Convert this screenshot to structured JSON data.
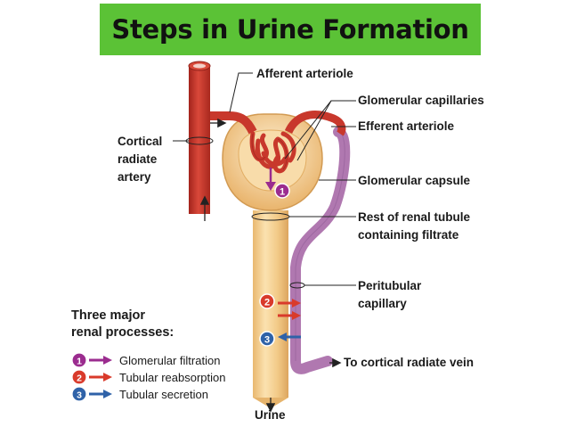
{
  "title": "Steps in Urine Formation",
  "labels": {
    "afferent_arteriole": "Afferent arteriole",
    "glomerular_capillaries": "Glomerular capillaries",
    "efferent_arteriole": "Efferent arteriole",
    "cortical_radiate_artery": [
      "Cortical",
      "radiate",
      "artery"
    ],
    "glomerular_capsule": "Glomerular capsule",
    "rest_of_renal_tubule": [
      "Rest of renal tubule",
      "containing filtrate"
    ],
    "peritubular_capillary": [
      "Peritubular",
      "capillary"
    ],
    "to_cortical_radiate_vein": "To cortical radiate vein",
    "urine": "Urine"
  },
  "legend": {
    "title": [
      "Three major",
      "renal processes:"
    ],
    "items": [
      {
        "number": "1",
        "label": "Glomerular filtration",
        "color": "#9b2c8f"
      },
      {
        "number": "2",
        "label": "Tubular reabsorption",
        "color": "#d93a2b"
      },
      {
        "number": "3",
        "label": "Tubular secretion",
        "color": "#2f62a8"
      }
    ]
  },
  "colors": {
    "title_bg": "#5bc236",
    "artery": "#c8382c",
    "tubule": "#f3cf8e",
    "capillary_vein": "#a66aa8"
  }
}
